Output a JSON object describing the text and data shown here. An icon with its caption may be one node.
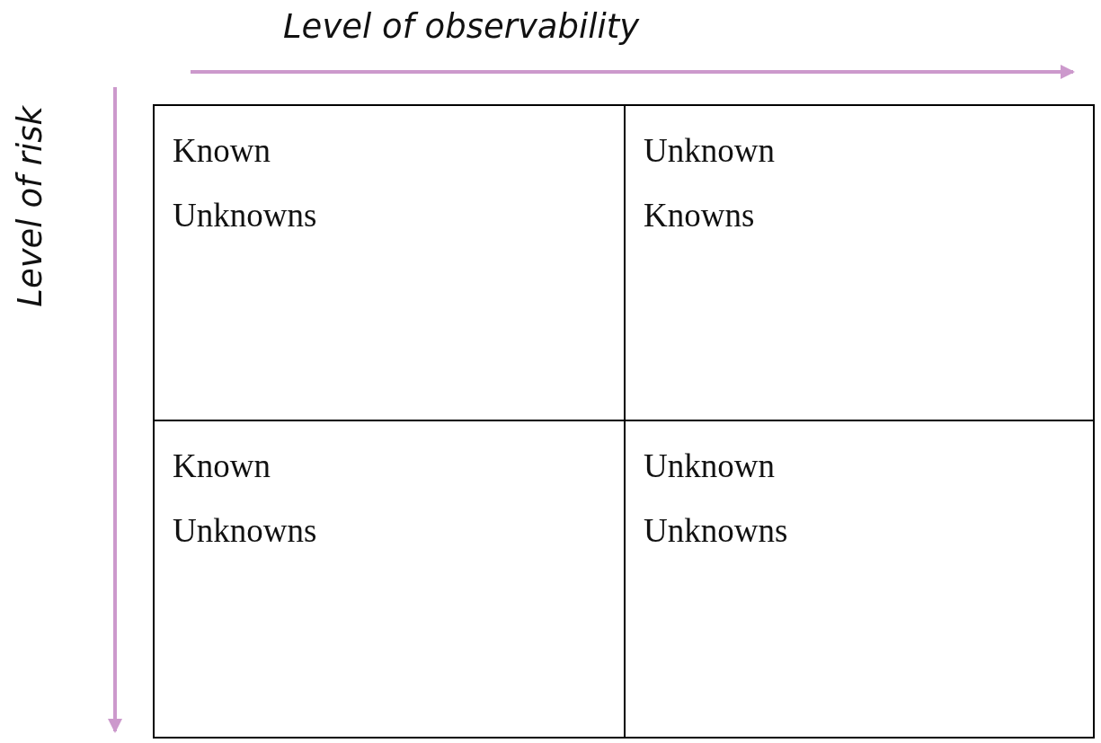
{
  "diagram": {
    "nodes": [
      {
        "text": [
          "Known Unknowns"
        ]
      },
      {
        "text": [
          "Unknown Knowns"
        ]
      },
      {
        "text": [
          "Known Unknowns"
        ]
      },
      {
        "text": [
          "Unknown Unknowns"
        ]
      }
    ],
    "edges": [],
    "labels": [
      "Level of observability",
      "Level of risk"
    ]
  }
}
